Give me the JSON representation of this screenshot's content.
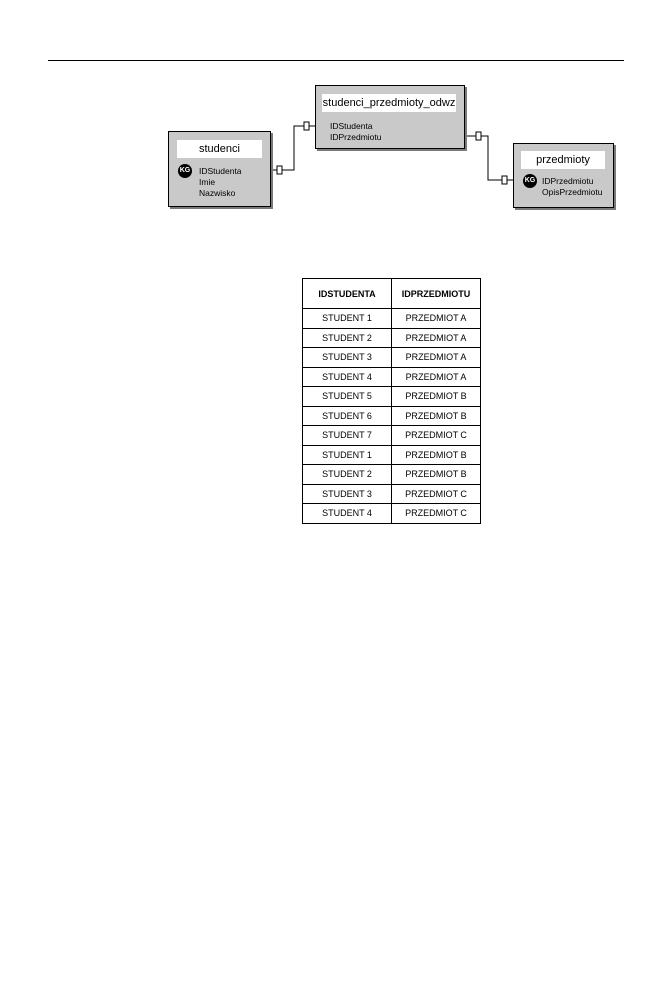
{
  "diagram": {
    "entities": {
      "studenci": {
        "title": "studenci",
        "key_badge": "KG",
        "fields": [
          "IDStudenta",
          "Imie",
          "Nazwisko"
        ]
      },
      "studenci_przedmioty_odwz": {
        "title": "studenci_przedmioty_odwz",
        "fields": [
          "IDStudenta",
          "IDPrzedmiotu"
        ]
      },
      "przedmioty": {
        "title": "przedmioty",
        "key_badge": "KG",
        "fields": [
          "IDPrzedmiotu",
          "OpisPrzedmiotu"
        ]
      }
    }
  },
  "table": {
    "headers": [
      "IDSTUDENTA",
      "IDPRZEDMIOTU"
    ],
    "rows": [
      [
        "STUDENT 1",
        "PRZEDMIOT A"
      ],
      [
        "STUDENT 2",
        "PRZEDMIOT A"
      ],
      [
        "STUDENT 3",
        "PRZEDMIOT A"
      ],
      [
        "STUDENT 4",
        "PRZEDMIOT A"
      ],
      [
        "STUDENT 5",
        "PRZEDMIOT B"
      ],
      [
        "STUDENT 6",
        "PRZEDMIOT B"
      ],
      [
        "STUDENT 7",
        "PRZEDMIOT C"
      ],
      [
        "STUDENT 1",
        "PRZEDMIOT B"
      ],
      [
        "STUDENT 2",
        "PRZEDMIOT B"
      ],
      [
        "STUDENT 3",
        "PRZEDMIOT C"
      ],
      [
        "STUDENT 4",
        "PRZEDMIOT C"
      ]
    ]
  }
}
